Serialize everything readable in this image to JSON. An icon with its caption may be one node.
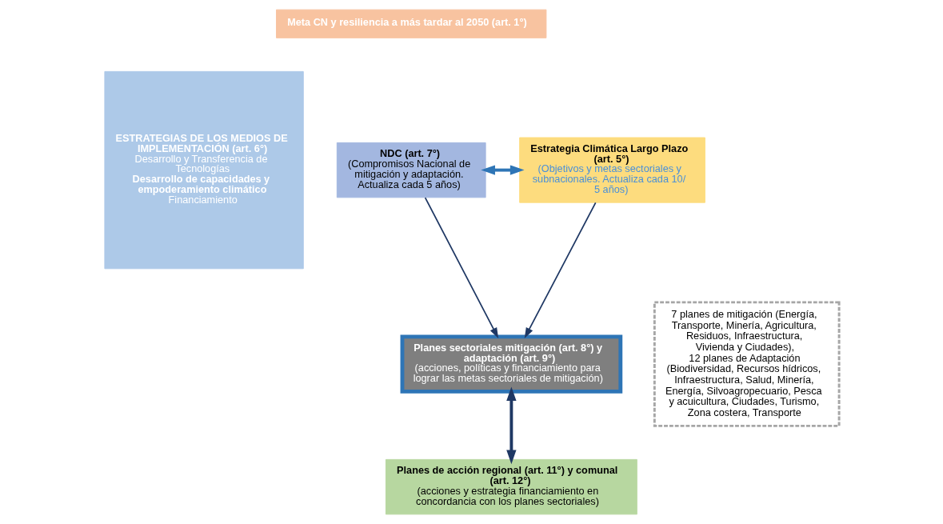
{
  "diagram": {
    "nodes": [
      {
        "text": [
          "ESTRATEGIAS DE LOS MEDIOS DE IMPLEMENTACIÓN (art. 6°)",
          "Desarrollo y Transferencia de Tecnologías",
          "Desarrollo de capacidades y empoderamiento climático",
          "Financiamiento"
        ]
      },
      {
        "text": [
          "Meta CN y resiliencia a más tardar al 2050 (art. 1°)"
        ]
      },
      {
        "text": [
          "NDC (art. 7°)",
          "(Compromisos Nacional de mitigación y adaptación. Actualiza cada 5 años)"
        ]
      },
      {
        "text": [
          "Estrategia Climática Largo Plazo (art. 5°)",
          "(Objetivos y metas sectoriales y subnacionales. Actualiza cada 10/ 5 años)"
        ]
      },
      {
        "text": [
          "Planes sectoriales mitigación (art. 8°) y adaptación (art. 9°)",
          "(acciones, políticas y financiamiento para lograr las metas sectoriales de mitigación)"
        ]
      },
      {
        "text": [
          "Planes de acción regional (art. 11°) y comunal (art. 12°)",
          "(acciones y estrategia financiamiento en concordancia con los planes sectoriales)"
        ]
      },
      {
        "text": [
          "7 planes de mitigación (Energía, Transporte, Minería, Agricultura, Residuos, Infraestructura, Vivienda y Ciudades),",
          "12 planes de Adaptación (Biodiversidad, Recursos hídricos, Infraestructura, Salud, Minería, Energía, Silvoagropecuario, Pesca y acuicultura, Ciudades, Turismo, Zona costera, Transporte"
        ]
      }
    ],
    "edges": [
      {
        "from": 2,
        "to": 3,
        "arrow": "both",
        "style": "thick",
        "color": "#2e75b6"
      },
      {
        "from": 2,
        "to": 4,
        "arrow": "to"
      },
      {
        "from": 3,
        "to": 4,
        "arrow": "to"
      },
      {
        "from": 4,
        "to": 5,
        "arrow": "both",
        "style": "thick"
      }
    ]
  }
}
